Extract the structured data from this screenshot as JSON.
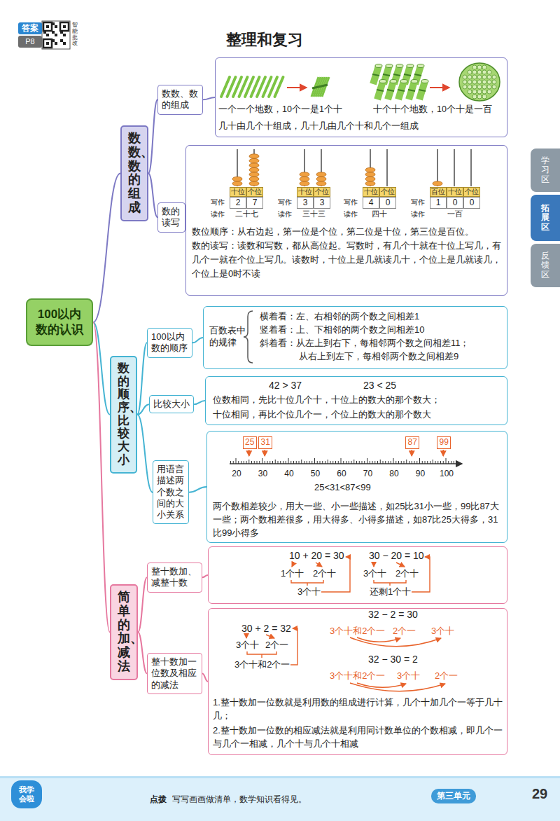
{
  "diagram": {
    "title": "整理和复习",
    "nodes": [
      {
        "text": [
          "100以内数的认识"
        ]
      },
      {
        "text": [
          "数数、数的组成"
        ]
      },
      {
        "text": [
          "数数、数的组成"
        ]
      },
      {
        "text": [
          "一个一个地数，10个一是1个十",
          "十个十个地数，10个十是一百",
          "几十由几个十组成，几十几由几个十和几个一组成"
        ]
      },
      {
        "text": [
          "数的读写"
        ]
      },
      {
        "text": [
          "十位",
          "个位",
          "写作",
          "2",
          "7",
          "读作",
          "二十七",
          "十位",
          "个位",
          "写作",
          "3",
          "3",
          "读作",
          "三十三",
          "十位",
          "个位",
          "写作",
          "4",
          "0",
          "读作",
          "四十",
          "百位",
          "十位",
          "个位",
          "写作",
          "1",
          "0",
          "0",
          "读作",
          "一百",
          "数位顺序：从右边起，第一位是个位，第二位是十位，第三位是百位。",
          "数的读写：读数和写数，都从高位起。写数时，有几个十就在十位上写几，有几个一就在个位上写几。读数时，十位上是几就读几十，个位上是几就读几，个位上是0时不读"
        ]
      },
      {
        "text": [
          "数的顺序、比较大小"
        ]
      },
      {
        "text": [
          "100以内数的顺序"
        ]
      },
      {
        "text": [
          "百数表中的规律",
          "横着看：左、右相邻的两个数之间相差1",
          "竖着看：上、下相邻的两个数之间相差10",
          "斜着看：从左上到右下，每相邻两个数之间相差11；",
          "从右上到左下，每相邻两个数之间相差9"
        ]
      },
      {
        "text": [
          "比较大小"
        ]
      },
      {
        "text": [
          "42 > 37",
          "23 < 25",
          "位数相同，先比十位几个十，十位上的数大的那个数大；",
          "十位相同，再比个位几个一，个位上的数大的那个数大"
        ]
      },
      {
        "text": [
          "用语言描述两个数之间的大小关系"
        ]
      },
      {
        "text": [
          "25",
          "31",
          "87",
          "99",
          "20",
          "30",
          "40",
          "50",
          "60",
          "70",
          "80",
          "90",
          "100",
          "25<31<87<99",
          "两个数相差较少，用大一些、小一些描述，如25比31小一些，99比87大一些；两个数相差很多，用大得多、小得多描述，如87比25大得多，31比99小得多"
        ]
      },
      {
        "text": [
          "简单的加、减法"
        ]
      },
      {
        "text": [
          "整十数加、减整十数"
        ]
      },
      {
        "text": [
          "10 + 20 = 30",
          "1个十",
          "2个十",
          "3个十",
          "30 − 20 = 10",
          "3个十",
          "2个十",
          "还剩1个十"
        ]
      },
      {
        "text": [
          "整十数加一位数及相应的减法"
        ]
      },
      {
        "text": [
          "30 + 2 = 32",
          "3个十",
          "2个一",
          "3个十和2个一",
          "32 − 2 = 30",
          "3个十和2个一",
          "2个一",
          "3个十",
          "32 − 30 = 2",
          "3个十和2个一",
          "3个十",
          "2个一",
          "1.整十数加一位数就是利用数的组成进行计算，几个十加几个一等于几十几；",
          "2.整十数加一位数的相应减法就是利用同计数单位的个数相减，即几个一与几个一相减，几个十与几个十相减"
        ]
      }
    ],
    "edges": [
      {
        "from": 0,
        "to": 1,
        "arrow": "none"
      },
      {
        "from": 0,
        "to": 6,
        "arrow": "none"
      },
      {
        "from": 0,
        "to": 13,
        "arrow": "none"
      },
      {
        "from": 1,
        "to": 2,
        "arrow": "none"
      },
      {
        "from": 1,
        "to": 4,
        "arrow": "none"
      },
      {
        "from": 2,
        "to": 3,
        "arrow": "none"
      },
      {
        "from": 4,
        "to": 5,
        "arrow": "none"
      },
      {
        "from": 6,
        "to": 7,
        "arrow": "none"
      },
      {
        "from": 6,
        "to": 9,
        "arrow": "none"
      },
      {
        "from": 6,
        "to": 11,
        "arrow": "none"
      },
      {
        "from": 7,
        "to": 8,
        "arrow": "none"
      },
      {
        "from": 9,
        "to": 10,
        "arrow": "none"
      },
      {
        "from": 11,
        "to": 12,
        "arrow": "none"
      },
      {
        "from": 13,
        "to": 14,
        "arrow": "none"
      },
      {
        "from": 13,
        "to": 16,
        "arrow": "none"
      },
      {
        "from": 14,
        "to": 15,
        "arrow": "none"
      },
      {
        "from": 16,
        "to": 17,
        "arrow": "none"
      }
    ],
    "labels": [
      "答案",
      "P8",
      "智能批改",
      "学习区",
      "拓展区",
      "反馈区",
      "我学会啦",
      "点拨",
      "写写画画做清单，数学知识看得见。",
      "第三单元",
      "29"
    ]
  }
}
